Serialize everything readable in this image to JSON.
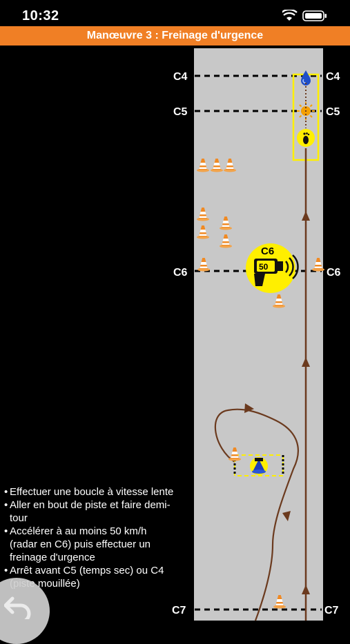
{
  "status_bar": {
    "time": "10:32"
  },
  "title": "Manœuvre 3 : Freinage d'urgence",
  "checkpoints": {
    "c4": "C4",
    "c5": "C5",
    "c6": "C6",
    "c7": "C7"
  },
  "radar": {
    "label": "C6",
    "speed": "50"
  },
  "instructions": [
    "Effectuer une boucle à vitesse lente",
    "Aller en bout de piste et faire demi-tour",
    "Accélérer à au moins 50 km/h (radar en C6) puis effectuer un freinage d'urgence",
    "Arrêt avant C5 (temps sec) ou C4 (piste mouillée)"
  ],
  "colors": {
    "header": "#f07f25",
    "track": "#c8c8c8",
    "path": "#6b3a1e",
    "cone": "#f08a24",
    "zone": "#ffef00"
  },
  "icons": {
    "back": "return-arrow-icon",
    "wet": "water-drop-icon",
    "dry": "sun-icon",
    "foot": "footprint-icon"
  }
}
